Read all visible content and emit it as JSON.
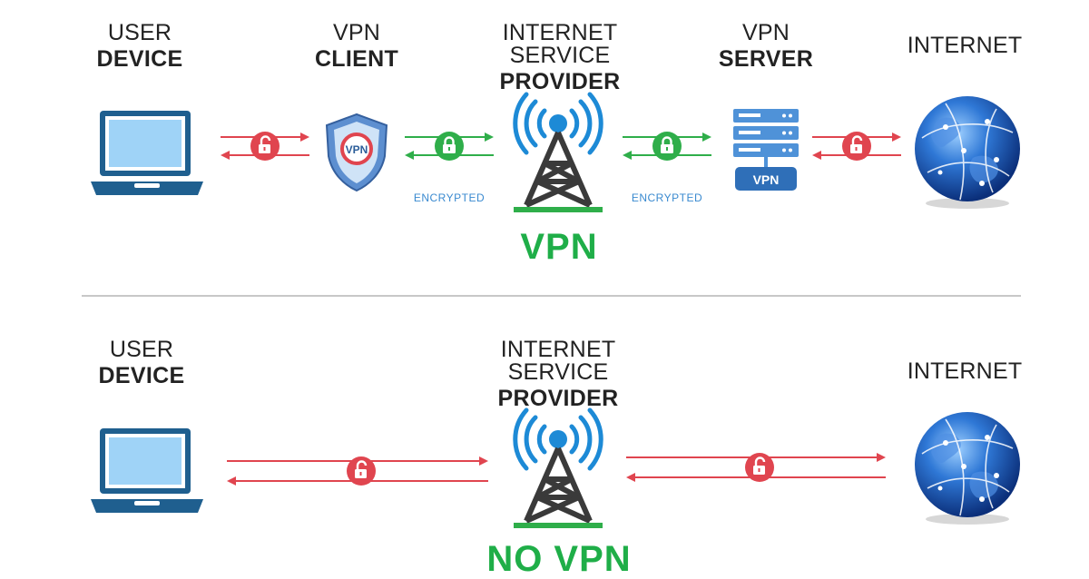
{
  "vpn_section": {
    "user_device": {
      "line1": "USER",
      "line2": "DEVICE"
    },
    "vpn_client": {
      "line1": "VPN",
      "line2": "CLIENT",
      "badge": "VPN"
    },
    "isp": {
      "line1": "INTERNET SERVICE",
      "line2": "PROVIDER"
    },
    "vpn_server": {
      "line1": "VPN",
      "line2": "SERVER",
      "badge": "VPN"
    },
    "internet": {
      "line1": "INTERNET"
    },
    "encrypted_label": "ENCRYPTED",
    "title": "VPN"
  },
  "novpn_section": {
    "user_device": {
      "line1": "USER",
      "line2": "DEVICE"
    },
    "isp": {
      "line1": "INTERNET SERVICE",
      "line2": "PROVIDER"
    },
    "internet": {
      "line1": "INTERNET"
    },
    "title": "NO VPN"
  },
  "colors": {
    "red": "#e0454f",
    "green": "#2fae4a",
    "blue": "#1d8ad6",
    "dark": "#3a3a3a"
  },
  "icons": [
    "laptop-icon",
    "shield-icon",
    "tower-icon",
    "server-icon",
    "globe-icon",
    "lock-icon",
    "unlock-icon"
  ]
}
